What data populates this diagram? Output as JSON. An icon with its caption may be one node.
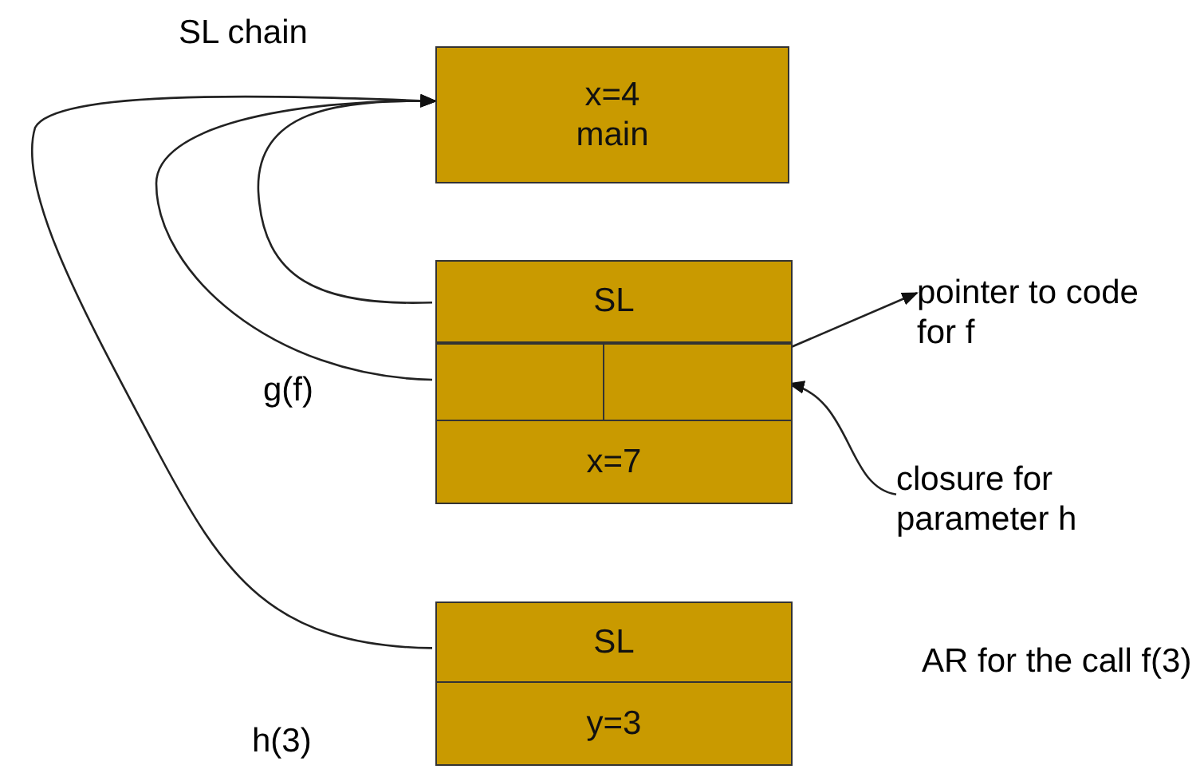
{
  "diagram": {
    "nodes": [
      {
        "text": [
          "x=4",
          "main"
        ]
      },
      {
        "text": [],
        "shape": "box",
        "beside": [
          "g(f)"
        ]
      },
      {
        "text": [
          "SL"
        ],
        "in": 1
      },
      {
        "text": [],
        "shape": "box",
        "in": 1
      },
      {
        "text": [],
        "shape": "box",
        "in": 1
      },
      {
        "text": [
          "x=7"
        ],
        "in": 1
      },
      {
        "text": [],
        "shape": "box",
        "beside": [
          "h(3)"
        ]
      },
      {
        "text": [
          "SL"
        ],
        "in": 6
      },
      {
        "text": [
          "y=3"
        ],
        "in": 6
      },
      {
        "text": [
          "pointer to code for f"
        ]
      },
      {
        "text": [
          "closure for parameter h"
        ]
      }
    ],
    "edges": [
      {
        "from": 2,
        "to": 0,
        "arrow": "to"
      },
      {
        "from": 3,
        "to": 0,
        "arrow": "to"
      },
      {
        "from": 7,
        "to": 0,
        "arrow": "to"
      },
      {
        "from": 4,
        "to": 9,
        "arrow": "to"
      },
      {
        "from": 10,
        "to": 4,
        "arrow": "to"
      }
    ],
    "labels": [
      "SL chain",
      "AR for the call f(3)"
    ]
  }
}
